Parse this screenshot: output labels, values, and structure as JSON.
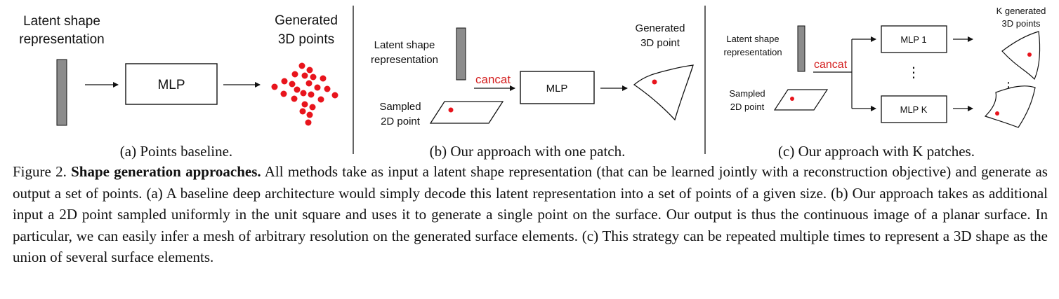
{
  "panel_a": {
    "latent_line1": "Latent shape",
    "latent_line2": "representation",
    "mlp_label": "MLP",
    "output_line1": "Generated",
    "output_line2": "3D points",
    "sublabel": "(a) Points baseline."
  },
  "panel_b": {
    "latent_line1": "Latent shape",
    "latent_line2": "representation",
    "concat_label": "cancat",
    "mlp_label": "MLP",
    "sampled_line1": "Sampled",
    "sampled_line2": "2D point",
    "output_line1": "Generated",
    "output_line2": "3D point",
    "sublabel": "(b) Our approach with one patch."
  },
  "panel_c": {
    "latent_line1": "Latent shape",
    "latent_line2": "representation",
    "concat_label": "cancat",
    "mlp1_label": "MLP 1",
    "mlpk_label": "MLP K",
    "vdots": "⋮",
    "sampled_line1": "Sampled",
    "sampled_line2": "2D point",
    "output_line1": "K generated",
    "output_line2": "3D points",
    "sublabel": "(c) Our approach with K patches."
  },
  "caption": {
    "prefix": "Figure 2. ",
    "heading": "Shape generation approaches.",
    "body": "  All methods take as input a latent shape representation (that can be learned jointly with a reconstruction objective) and generate as output a set of points.  (a) A baseline deep architecture would simply decode this latent representation into a set of points of a given size. (b) Our approach takes as additional input a 2D point sampled uniformly in the unit square and uses it to generate a single point on the surface. Our output is thus the continuous image of a planar surface. In particular, we can easily infer a mesh of arbitrary resolution on the generated surface elements. (c) This strategy can be repeated multiple times to represent a 3D shape as the union of several surface elements."
  },
  "colors": {
    "latent_bar": "#8c8c8c",
    "point_red": "#e8141c",
    "concat_red": "#d42020",
    "stroke": "#111111"
  }
}
